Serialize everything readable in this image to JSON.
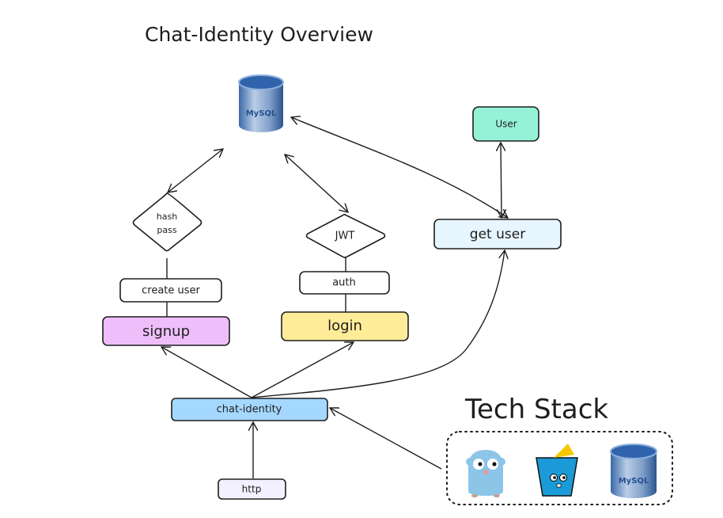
{
  "title": "Chat-Identity Overview",
  "nodes": {
    "mysql": {
      "logo_text": "MySQL",
      "icon": "mysql-database-icon"
    },
    "user": {
      "label": "User",
      "color": "#96f2d7"
    },
    "get_user": {
      "label": "get user",
      "color": "#e7f5ff"
    },
    "hash_pass": {
      "line1": "hash",
      "line2": "pass"
    },
    "jwt": {
      "label": "JWT"
    },
    "create_user": {
      "label": "create user"
    },
    "auth": {
      "label": "auth"
    },
    "signup": {
      "label": "signup",
      "color": "#eebefa"
    },
    "login": {
      "label": "login",
      "color": "#ffec99"
    },
    "chat_identity": {
      "label": "chat-identity",
      "color": "#a5d8ff"
    },
    "http": {
      "label": "http",
      "color": "#f3f0ff"
    }
  },
  "tech_stack": {
    "title": "Tech Stack",
    "items": [
      {
        "icon": "go-gopher-icon"
      },
      {
        "icon": "gin-drink-gopher-icon"
      },
      {
        "icon": "mysql-database-icon",
        "logo_text": "MySQL"
      }
    ]
  }
}
